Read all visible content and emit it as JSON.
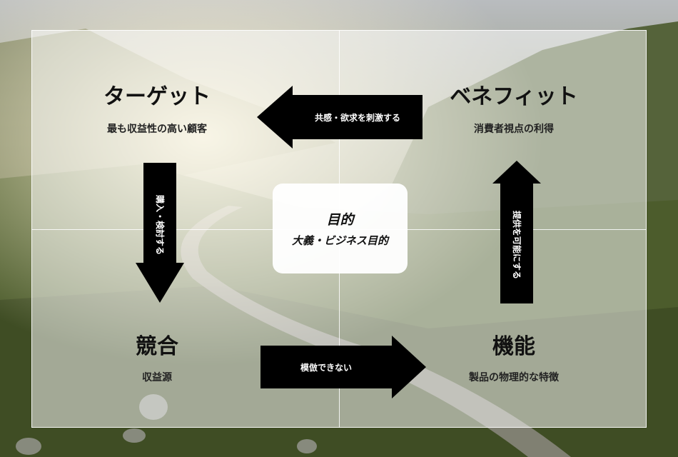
{
  "quadrants": {
    "target": {
      "title": "ターゲット",
      "subtitle": "最も収益性の高い顧客"
    },
    "benefit": {
      "title": "ベネフィット",
      "subtitle": "消費者視点の利得"
    },
    "competition": {
      "title": "競合",
      "subtitle": "収益源"
    },
    "function": {
      "title": "機能",
      "subtitle": "製品の物理的な特徴"
    }
  },
  "arrows": {
    "top": "共感・欲求を刺激する",
    "left": "購入・検討する",
    "right": "提供を可能にする",
    "bottom": "模倣できない"
  },
  "center": {
    "title": "目的",
    "subtitle": "大義・ビジネス目的"
  },
  "colors": {
    "arrow": "#000000",
    "panel_overlay": "rgba(255,255,255,0.52)",
    "center_box": "#ffffff"
  }
}
